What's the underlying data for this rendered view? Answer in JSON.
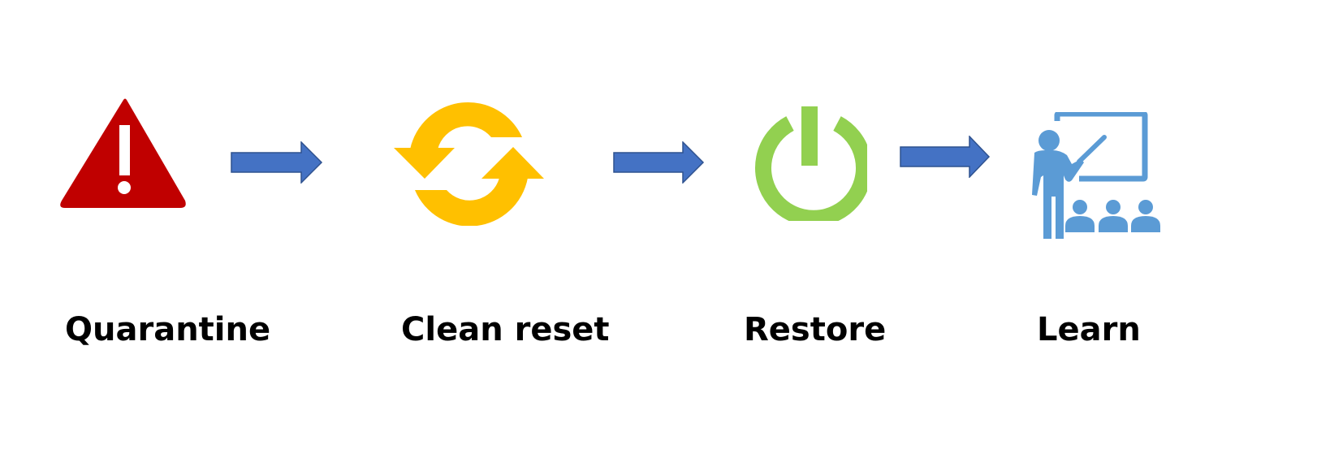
{
  "colors": {
    "warning_red": "#C00000",
    "reset_yellow": "#FFC000",
    "power_green": "#92D050",
    "learn_blue": "#5B9BD5",
    "arrow_blue": "#4472C4",
    "arrow_outline": "#2F528F",
    "label_text": "#000000"
  },
  "steps": [
    {
      "label": "Quarantine",
      "icon": "warning-triangle-icon"
    },
    {
      "label": "Clean reset",
      "icon": "refresh-arrows-icon"
    },
    {
      "label": "Restore",
      "icon": "power-icon"
    },
    {
      "label": "Learn",
      "icon": "classroom-teacher-icon"
    }
  ],
  "connectors": [
    {
      "icon": "arrow-right-icon"
    },
    {
      "icon": "arrow-right-icon"
    },
    {
      "icon": "arrow-right-icon"
    }
  ]
}
